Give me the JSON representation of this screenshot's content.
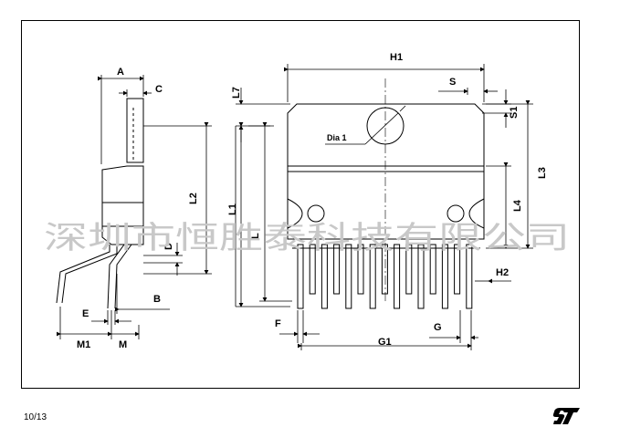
{
  "page_number": "10/13",
  "watermark": "深圳市恒胜泰科技有限公司",
  "logo_text": "ST",
  "dimension_labels": {
    "A": "A",
    "C": "C",
    "D": "D",
    "E": "E",
    "M1": "M1",
    "M": "M",
    "B": "B",
    "L7": "L7",
    "H1": "H1",
    "S": "S",
    "S1": "S1",
    "L3": "L3",
    "L4": "L4",
    "L2": "L2",
    "L1": "L1",
    "L": "L",
    "Dia1": "Dia 1",
    "H2": "H2",
    "F": "F",
    "G1": "G1",
    "G": "G"
  },
  "colors": {
    "line": "#000000",
    "watermark": "#c8c8c8",
    "background": "#ffffff"
  }
}
